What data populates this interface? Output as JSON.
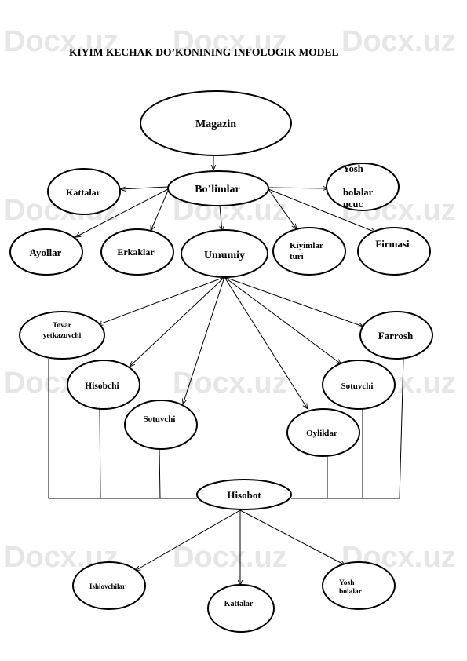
{
  "title": "KIYIM KECHAK DO’KONINING INFOLOGIK MODEL",
  "watermark": "Docx.uz",
  "nodes": {
    "magazin": "Magazin",
    "bolimlar": "Bo’limlar",
    "kattalar_top": "Kattalar",
    "yosh_bolalar_top": [
      "Yosh",
      "bolalar",
      "ucuc"
    ],
    "ayollar": "Ayollar",
    "erkaklar": "Erkaklar",
    "umumiy": "Umumiy",
    "kiyimlar_turi": [
      "Kiyimlar",
      "turi"
    ],
    "firmasi": "Firmasi",
    "tovar_yetkazuvchi": [
      "Tovar",
      "yetkazuvchi"
    ],
    "farrosh": "Farrosh",
    "hisobchi": "Hisobchi",
    "sotuvchi_right": "Sotuvchi",
    "sotuvchi_mid": "Sotuvchi",
    "oyliklar": "Oyliklar",
    "hisobot": "Hisobot",
    "ishlovchilar": "Ishlovchilar",
    "kattalar_bottom": "Kattalar",
    "yosh_bolalar_bottom": [
      "Yosh",
      "bolalar"
    ]
  }
}
